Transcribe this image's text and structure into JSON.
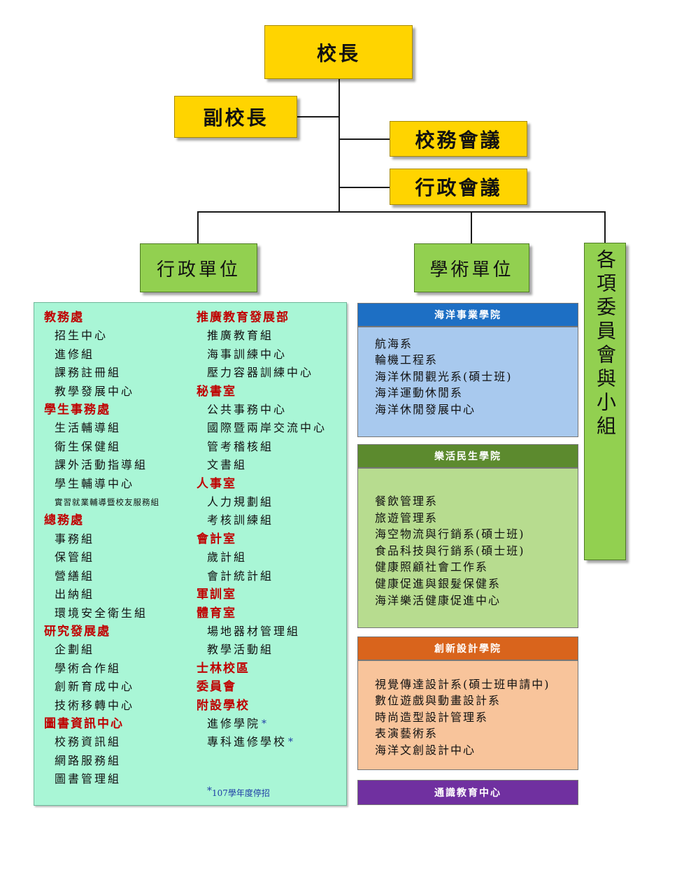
{
  "top": {
    "president": "校長",
    "vice_president": "副校長",
    "school_affairs_meeting": "校務會議",
    "admin_meeting": "行政會議"
  },
  "branches": {
    "admin_units": "行政單位",
    "academic_units": "學術單位",
    "committees": "各項委員會與小組"
  },
  "admin_left": [
    {
      "heading": "教務處",
      "items": [
        "招生中心",
        "進修組",
        "課務註冊組",
        "教學發展中心"
      ]
    },
    {
      "heading": "學生事務處",
      "items": [
        "生活輔導組",
        "衛生保健組",
        "課外活動指導組",
        "學生輔導中心",
        "實習就業輔導暨校友服務組"
      ]
    },
    {
      "heading": "總務處",
      "items": [
        "事務組",
        "保管組",
        "營繕組",
        "出納組",
        "環境安全衛生組"
      ]
    },
    {
      "heading": "研究發展處",
      "items": [
        "企劃組",
        "學術合作組",
        "創新育成中心",
        "技術移轉中心"
      ]
    },
    {
      "heading": "圖書資訊中心",
      "items": [
        "校務資訊組",
        "網路服務組",
        "圖書管理組"
      ]
    }
  ],
  "admin_right": [
    {
      "heading": "推廣教育發展部",
      "items": [
        "推廣教育組",
        "海事訓練中心",
        "壓力容器訓練中心"
      ]
    },
    {
      "heading": "秘書室",
      "items": [
        "公共事務中心",
        "國際暨兩岸交流中心",
        "管考稽核組",
        "文書組"
      ]
    },
    {
      "heading": "人事室",
      "items": [
        "人力規劃組",
        "考核訓練組"
      ]
    },
    {
      "heading": "會計室",
      "items": [
        "歲計組",
        "會計統計組"
      ]
    },
    {
      "heading": "軍訓室",
      "items": []
    },
    {
      "heading": "體育室",
      "items": [
        "場地器材管理組",
        "教學活動組"
      ]
    },
    {
      "heading": "士林校區",
      "items": []
    },
    {
      "heading": "委員會",
      "items": []
    },
    {
      "heading": "附設學校",
      "items": [
        "進修學院",
        "專科進修學校"
      ]
    }
  ],
  "footnote_mark": "*",
  "footnote": "107學年度停招",
  "colleges": [
    {
      "name": "海洋事業學院",
      "header_color": "#1d6fc4",
      "body_color": "#a8c9ee",
      "departments": [
        "航海系",
        "輪機工程系",
        "海洋休閒觀光系(碩士班)",
        "海洋運動休閒系",
        "海洋休閒發展中心"
      ]
    },
    {
      "name": "樂活民生學院",
      "header_color": "#5c8a2e",
      "body_color": "#b7dc8f",
      "departments": [
        "餐飲管理系",
        "旅遊管理系",
        "海空物流與行銷系(碩士班)",
        "食品科技與行銷系(碩士班)",
        "健康照顧社會工作系",
        "健康促進與銀髮保健系",
        "海洋樂活健康促進中心"
      ]
    },
    {
      "name": "創新設計學院",
      "header_color": "#d9641c",
      "body_color": "#f8c49b",
      "departments": [
        "視覺傳達設計系(碩士班申請中)",
        "數位遊戲與動畫設計系",
        "時尚造型設計管理系",
        "表演藝術系",
        "海洋文創設計中心"
      ]
    },
    {
      "name": "通識教育中心",
      "header_color": "#7030a0",
      "body_color": "#7030a0",
      "departments": []
    }
  ]
}
